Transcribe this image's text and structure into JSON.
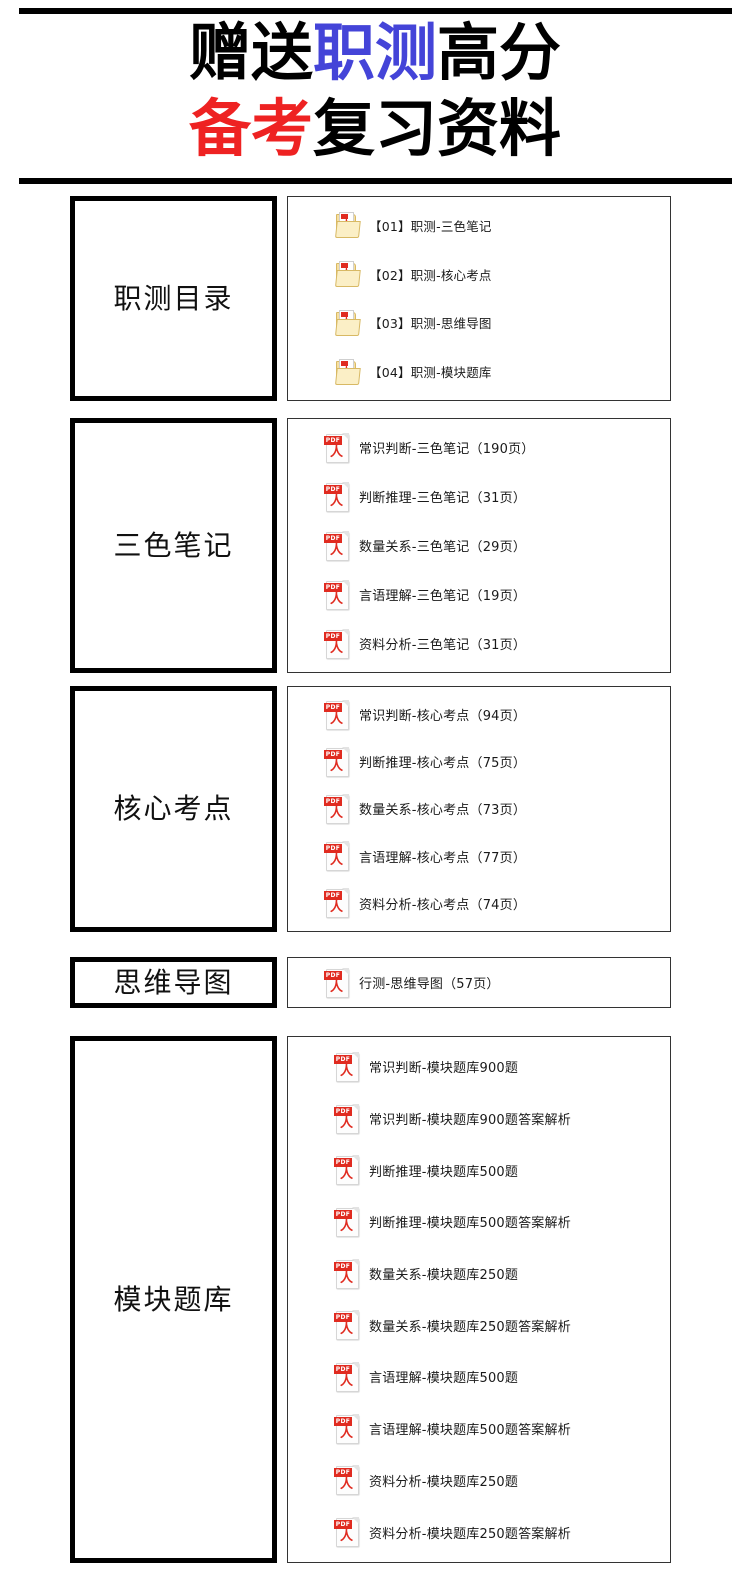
{
  "header": {
    "title_line1": [
      {
        "text": "赠送",
        "color": "#000000"
      },
      {
        "text": "职测",
        "color": "#4444D8"
      },
      {
        "text": "高分",
        "color": "#000000"
      }
    ],
    "title_line2": [
      {
        "text": "备考",
        "color": "#EE2222"
      },
      {
        "text": "复习资料",
        "color": "#000000"
      }
    ],
    "l1_p1": "赠送",
    "l1_p2": "职测",
    "l1_p3": "高分",
    "l2_p1": "备考",
    "l2_p2": "复习资料",
    "colors": {
      "black": "#000000",
      "blue": "#4444D8",
      "red": "#EE2222"
    }
  },
  "sections": [
    {
      "label": "职测目录",
      "icon": "folder-icon",
      "items": [
        {
          "text": "【01】职测-三色笔记"
        },
        {
          "text": "【02】职测-核心考点"
        },
        {
          "text": "【03】职测-思维导图"
        },
        {
          "text": "【04】职测-模块题库"
        }
      ]
    },
    {
      "label": "三色笔记",
      "icon": "pdf-icon",
      "items": [
        {
          "text": "常识判断-三色笔记（190页）"
        },
        {
          "text": "判断推理-三色笔记（31页）"
        },
        {
          "text": "数量关系-三色笔记（29页）"
        },
        {
          "text": "言语理解-三色笔记（19页）"
        },
        {
          "text": "资料分析-三色笔记（31页）"
        }
      ]
    },
    {
      "label": "核心考点",
      "icon": "pdf-icon",
      "items": [
        {
          "text": "常识判断-核心考点（94页）"
        },
        {
          "text": "判断推理-核心考点（75页）"
        },
        {
          "text": "数量关系-核心考点（73页）"
        },
        {
          "text": "言语理解-核心考点（77页）"
        },
        {
          "text": "资料分析-核心考点（74页）"
        }
      ]
    },
    {
      "label": "思维导图",
      "icon": "pdf-icon",
      "items": [
        {
          "text": "行测-思维导图（57页）"
        }
      ]
    },
    {
      "label": "模块题库",
      "icon": "pdf-icon",
      "items": [
        {
          "text": "常识判断-模块题库900题"
        },
        {
          "text": "常识判断-模块题库900题答案解析"
        },
        {
          "text": "判断推理-模块题库500题"
        },
        {
          "text": "判断推理-模块题库500题答案解析"
        },
        {
          "text": "数量关系-模块题库250题"
        },
        {
          "text": "数量关系-模块题库250题答案解析"
        },
        {
          "text": "言语理解-模块题库500题"
        },
        {
          "text": "言语理解-模块题库500题答案解析"
        },
        {
          "text": "资料分析-模块题库250题"
        },
        {
          "text": "资料分析-模块题库250题答案解析"
        }
      ]
    }
  ],
  "icon_labels": {
    "pdf_banner": "PDF",
    "acrobat_glyph": "人",
    "acrobat_mini": "人"
  }
}
